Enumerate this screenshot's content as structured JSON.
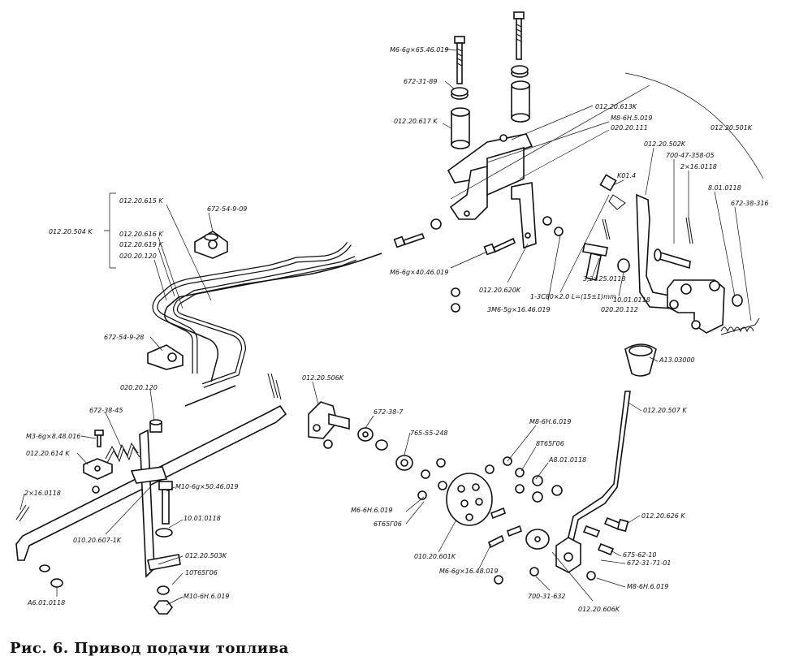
{
  "caption": "Рис. 6. Привод подачи топлива",
  "labels": {
    "l1": "M6-6g×65.46.019",
    "l2": "672-31-89",
    "l3": "012.20.617 K",
    "l4": "012.20.613K",
    "l5": "M8-6H.5.019",
    "l6": "020.20.111",
    "l7": "012.20.501K",
    "l8": "012.20.502K",
    "l9": "700-47-358-05",
    "l10": "2×16.0118",
    "l11": "8.01.0118",
    "l12": "672-38-316",
    "l13": "K01.4",
    "l14": "012.20.504 K",
    "l15": "012.20.615 K",
    "l16": "672-54-9-09",
    "l17": "012.20.616 K",
    "l18": "012.20.619 K",
    "l19": "020.20.120",
    "l20": "M6-6g×40.46.019",
    "l21": "012.20.620K",
    "l22": "3M6-5g×16.46.019",
    "l23": "1-3C80×2.0  L=(15±1)mm",
    "l24": "3,2×25.0118",
    "l25": "020.20.112",
    "l26": "10.01.0118",
    "l27": "672-54-9-28",
    "l28": "A13.03000",
    "l29": "020.20.120",
    "l30": "012.20.506K",
    "l31": "672-38-45",
    "l32": "M3-6g×8.48.016",
    "l33": "012.20.614 K",
    "l34": "672-38-7",
    "l35": "765-55-248",
    "l36": "012.20.507 K",
    "l37": "M8-6H.6.019",
    "l38": "8T65Г06",
    "l39": "A8.01.0118",
    "l40": "2×16.0118",
    "l41": "M10-6g×50.46.019",
    "l42": "10.01.0118",
    "l43": "M6-6H.6.019",
    "l44": "6T65Г06",
    "l45": "012.20.626 K",
    "l46": "010.20.607-1K",
    "l47": "012.20.503K",
    "l48": "10T65Г06",
    "l49": "010.20.601K",
    "l50": "675-62-10",
    "l51": "672-31-71-01",
    "l52": "M6-6g×16.48.019",
    "l53": "M8-6H.6.019",
    "l54": "A6.01.0118",
    "l55": "M10-6H.6.019",
    "l56": "700-31-632",
    "l57": "012.20.606K"
  }
}
